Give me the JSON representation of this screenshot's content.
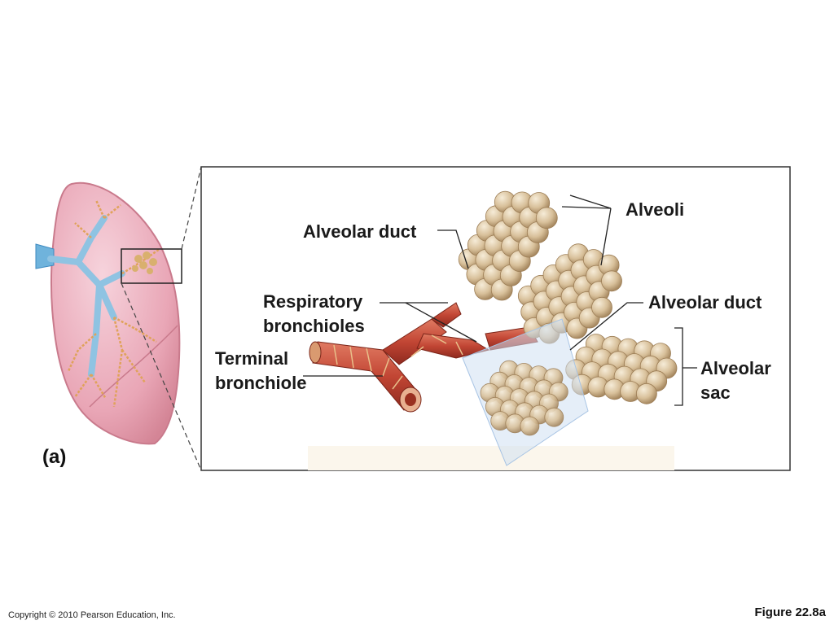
{
  "panel_label": "(a)",
  "labels": {
    "alveoli": "Alveoli",
    "alveolar_duct_top": "Alveolar duct",
    "respiratory_bronchioles": "Respiratory\nbronchioles",
    "terminal_bronchiole": "Terminal\nbronchiole",
    "alveolar_duct_right": "Alveolar duct",
    "alveolar_sac": "Alveolar\nsac"
  },
  "footer": {
    "copyright": "Copyright © 2010 Pearson Education, Inc.",
    "figure": "Figure 22.8a"
  },
  "colors": {
    "lung": "#e8a3b4",
    "airway": "#9ecbe6",
    "alveolus": "#d9c3a0",
    "bronchiole": "#c9503e"
  }
}
